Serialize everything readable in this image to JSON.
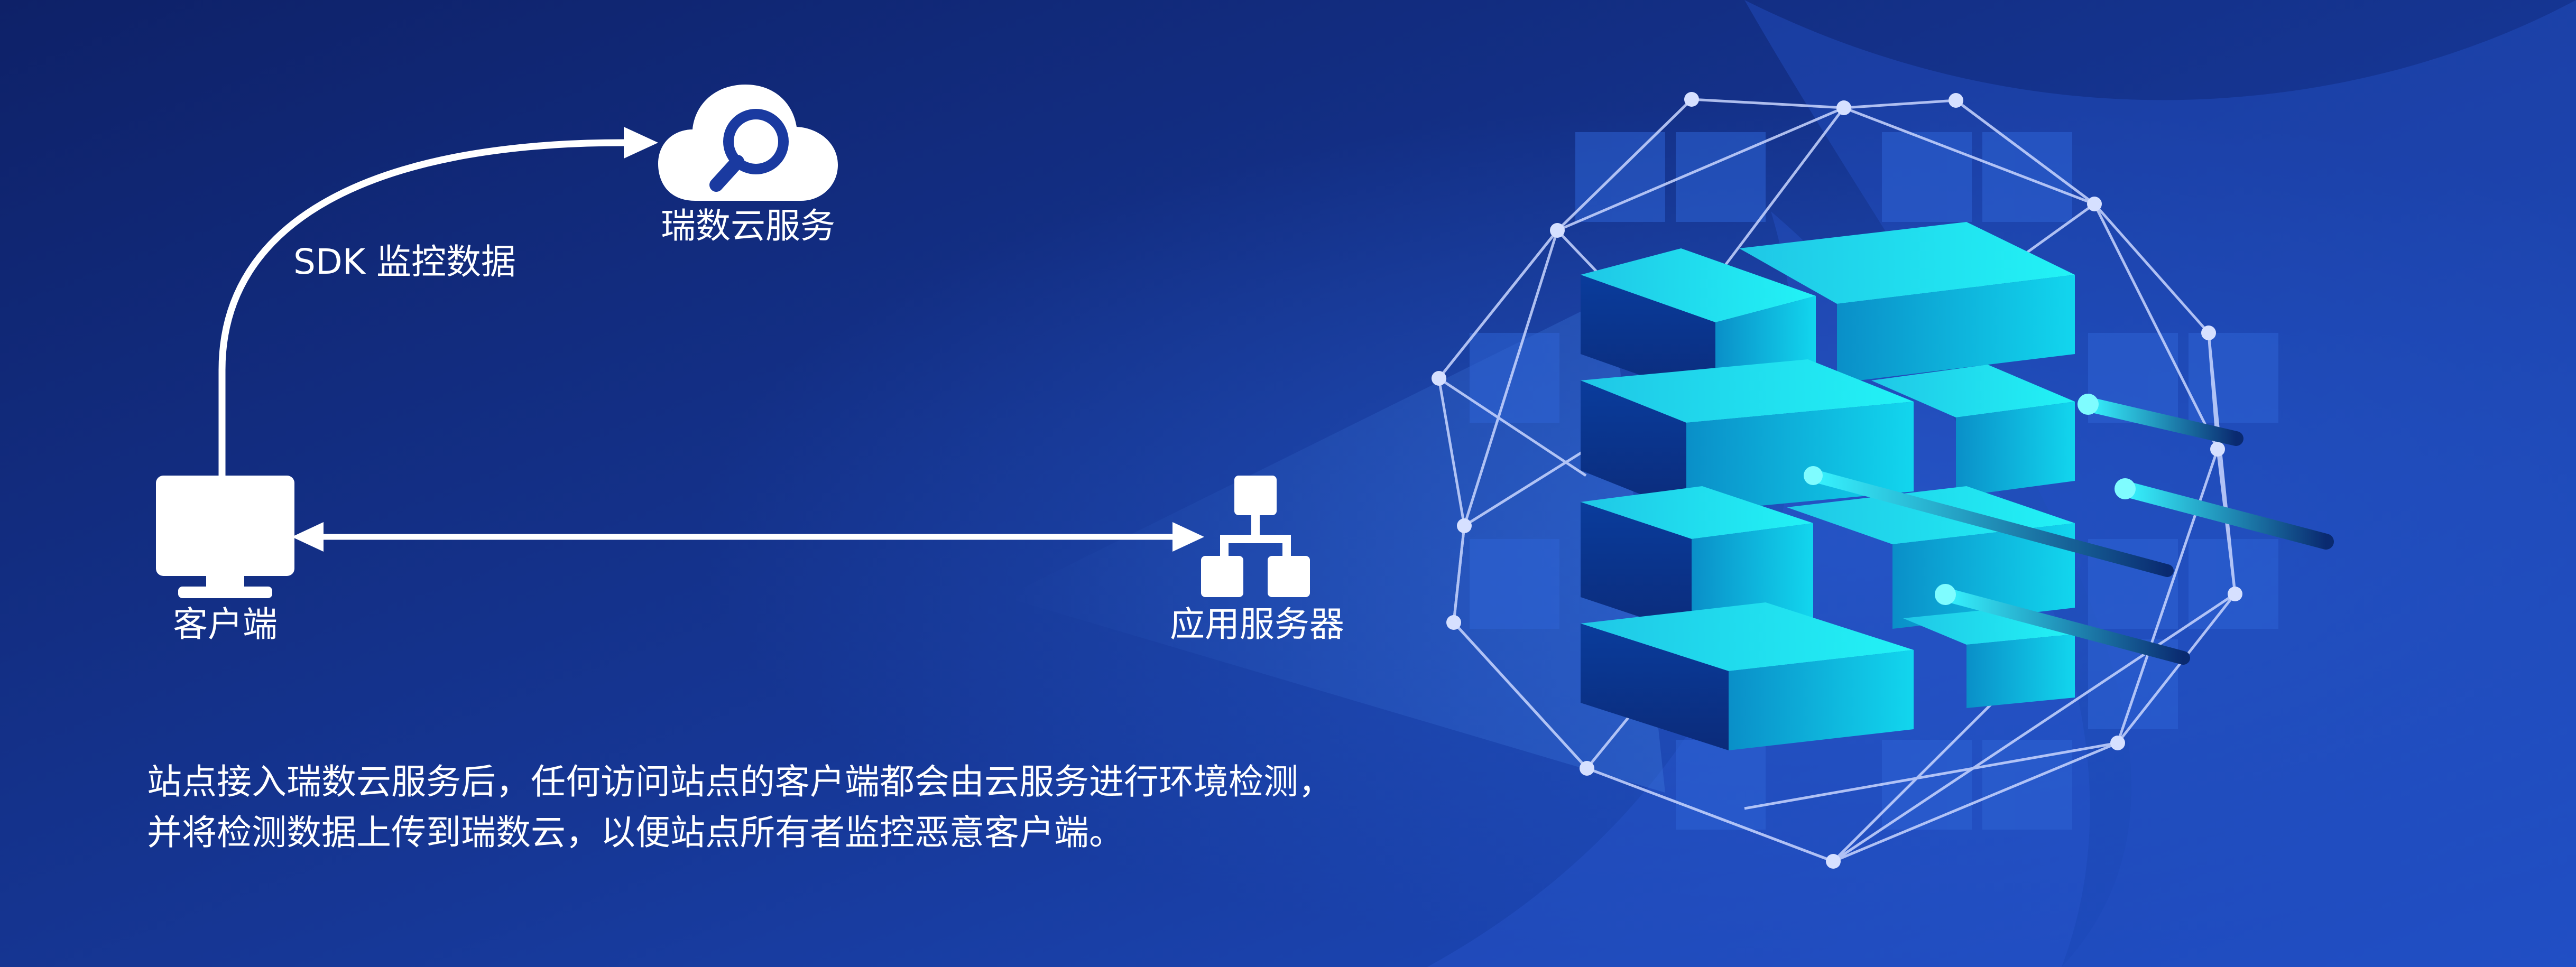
{
  "nodes": {
    "cloud_service": {
      "label": "瑞数云服务",
      "icon": "cloud-search-icon"
    },
    "client": {
      "label": "客户端",
      "icon": "monitor-icon"
    },
    "app_server": {
      "label": "应用服务器",
      "icon": "network-hierarchy-icon"
    }
  },
  "edges": {
    "client_to_cloud": {
      "label": "SDK 监控数据"
    },
    "client_to_server": {
      "label": ""
    }
  },
  "description": "站点接入瑞数云服务后，任何访问站点的客户端都会由云服务进行环境检测，并将检测数据上传到瑞数云，以便站点所有者监控恶意客户端。",
  "illustration": {
    "name": "cloud-security-sphere-illustration",
    "accent": "#19e6f0"
  },
  "colors": {
    "background_dark": "#0f2370",
    "background_light": "#1f4bc4",
    "line": "#ffffff",
    "accent_cyan": "#19e6f0"
  }
}
